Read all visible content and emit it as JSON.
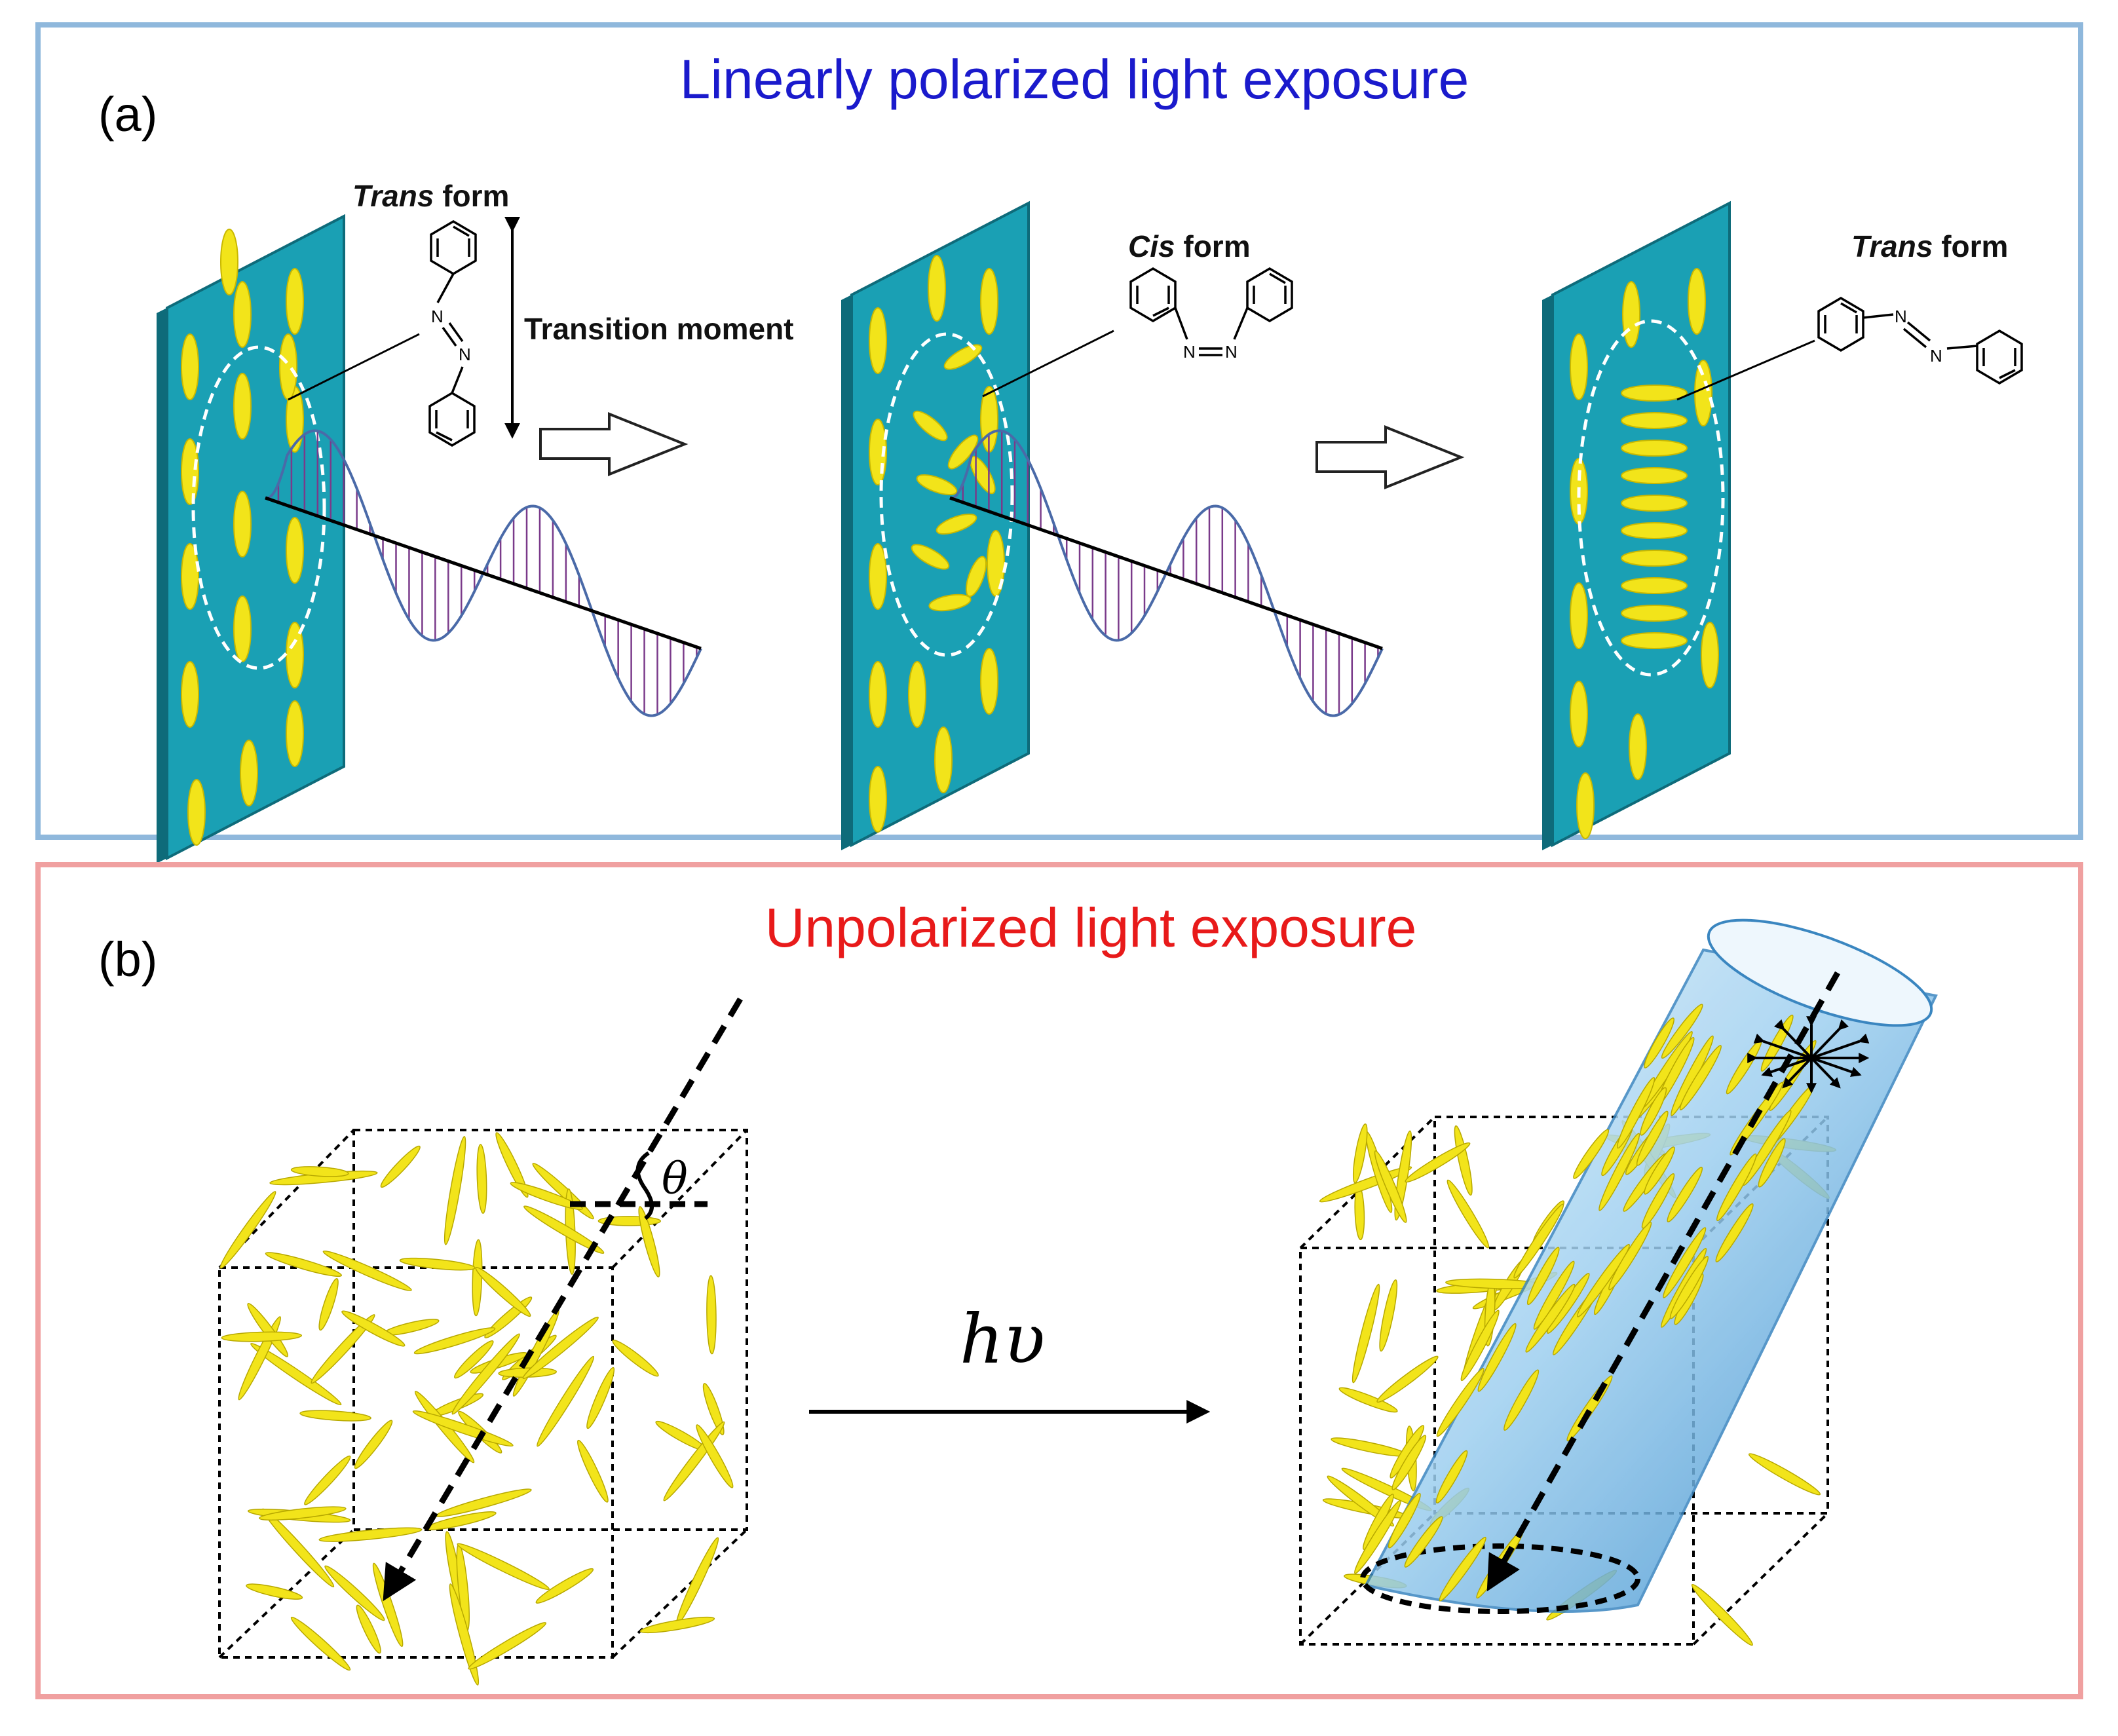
{
  "panel_a": {
    "label": "(a)",
    "title": "Linearly polarized light exposure",
    "title_color": "#1a1acc",
    "border_color": "#8fb8dc",
    "trans_form_1": {
      "prefix": "Trans",
      "suffix": " form"
    },
    "transition_moment": "Transition moment",
    "cis_form": {
      "prefix": "Cis",
      "suffix": " form"
    },
    "trans_form_2": {
      "prefix": "Trans",
      "suffix": " form"
    },
    "atom_label": "N"
  },
  "panel_b": {
    "label": "(b)",
    "title": "Unpolarized light exposure",
    "title_color": "#e81a1a",
    "border_color": "#f0a0a0",
    "hv_label": "hυ",
    "theta_label": "θ"
  },
  "colors": {
    "plate": "#1aa0b4",
    "plate_edge": "#0e6b7a",
    "molecule": "#f2e41a",
    "wave": "#4a6aa8",
    "hatch": "#7a3a8a",
    "beam": "#5aa8e0"
  }
}
